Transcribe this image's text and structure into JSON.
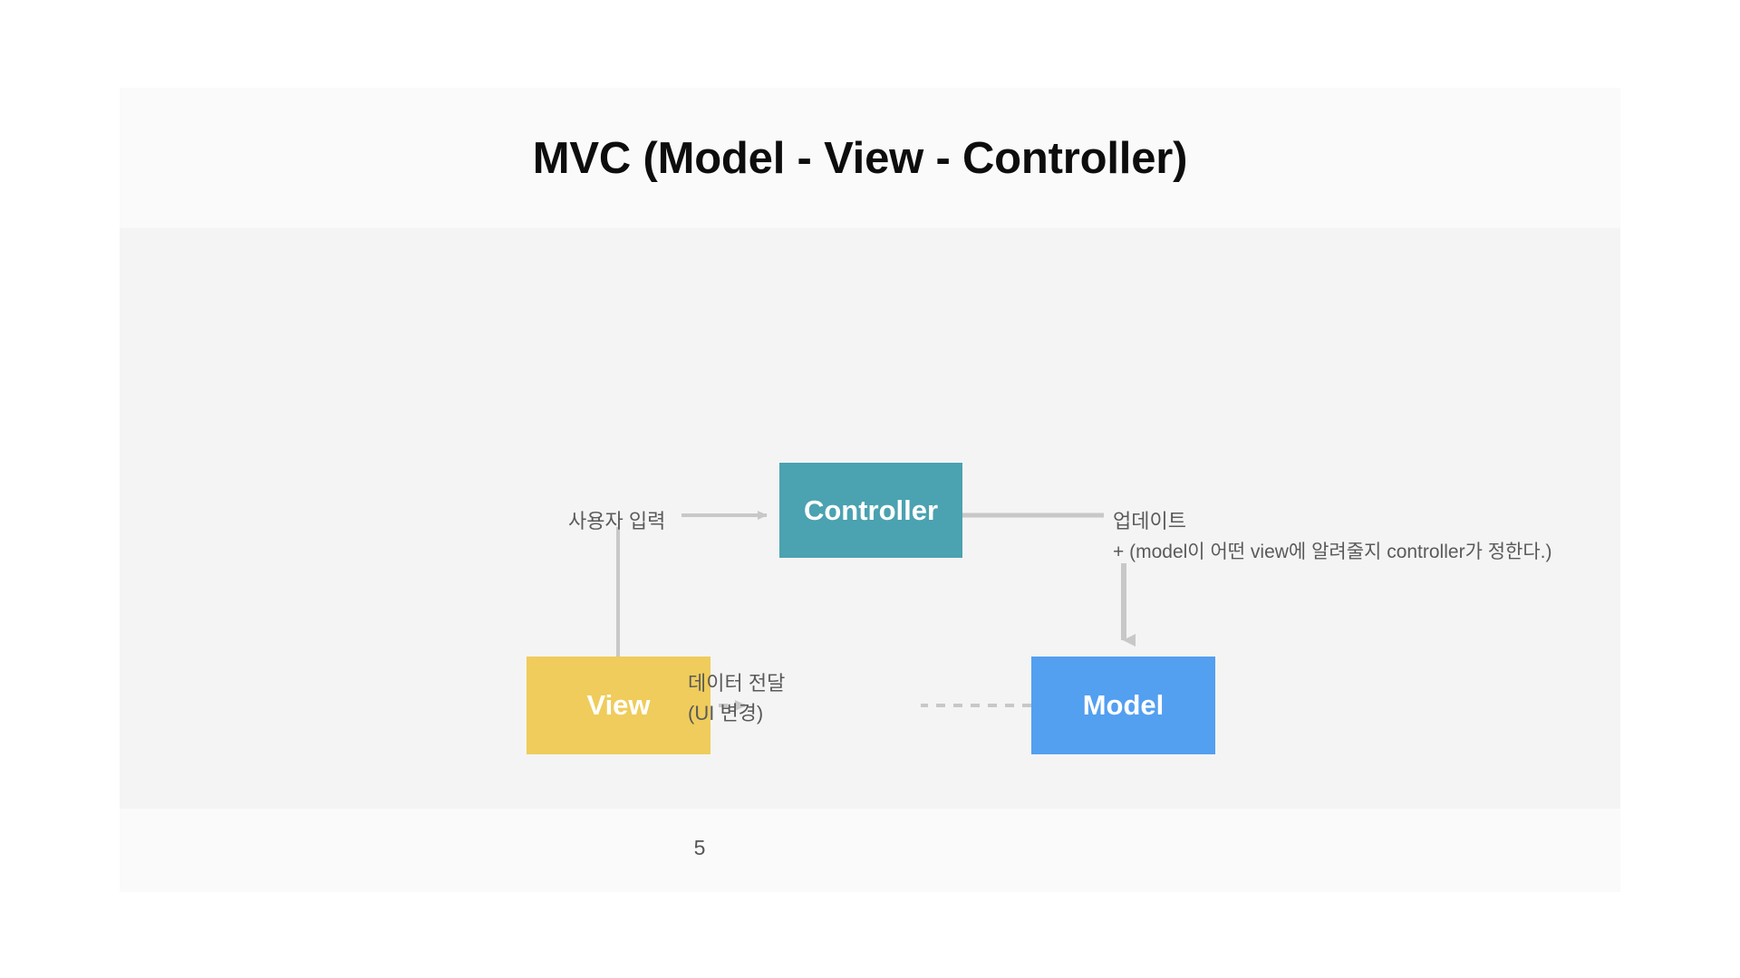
{
  "slide": {
    "title": "MVC (Model - View - Controller)",
    "page_number": "5"
  },
  "diagram": {
    "type": "flow-diagram",
    "nodes": [
      {
        "id": "controller",
        "label": "Controller",
        "color": "#4ba2b0",
        "text_color": "#ffffff"
      },
      {
        "id": "view",
        "label": "View",
        "color": "#efcc5b",
        "text_color": "#ffffff"
      },
      {
        "id": "model",
        "label": "Model",
        "color": "#539ff0",
        "text_color": "#ffffff"
      }
    ],
    "edges": [
      {
        "id": "user-input",
        "label": "사용자 입력",
        "from": "user",
        "to": "controller",
        "style": "solid",
        "arrow": "end"
      },
      {
        "id": "update",
        "label": "업데이트",
        "note": "+ (model이 어떤 view에 알려줄지 controller가 정한다.)",
        "from": "controller",
        "to": "model",
        "style": "solid",
        "arrow": "end"
      },
      {
        "id": "data-transfer",
        "label": "데이터 전달",
        "sublabel": "(UI 변경)",
        "from": "model",
        "to": "view",
        "style": "dashed",
        "arrow": "start"
      },
      {
        "id": "view-branch",
        "label": "",
        "from": "user-input",
        "to": "view",
        "style": "solid",
        "arrow": "none"
      }
    ],
    "colors": {
      "line": "#c8c8c8",
      "label_text": "#5a5a5a",
      "background": "#f4f4f4",
      "header_background": "#fafafa"
    }
  }
}
